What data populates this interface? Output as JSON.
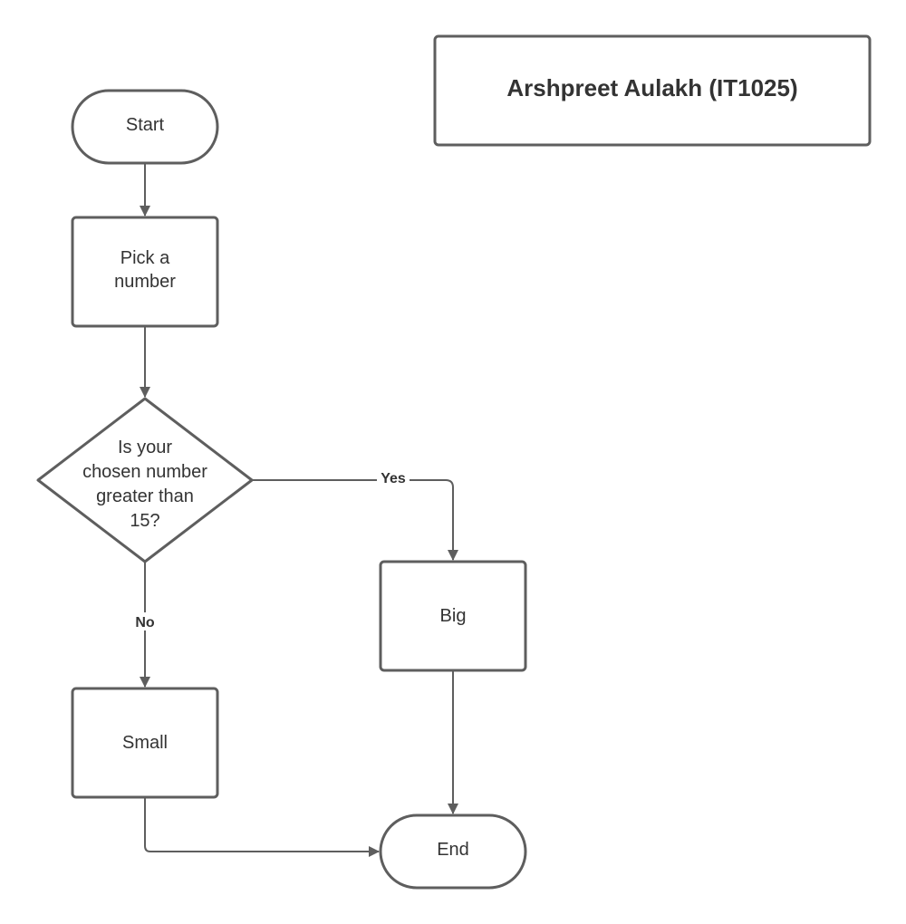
{
  "title": "Arshpreet Aulakh (IT1025)",
  "nodes": {
    "start": {
      "label": "Start"
    },
    "pick": {
      "line1": "Pick a",
      "line2": "number"
    },
    "decision": {
      "line1": "Is your",
      "line2": "chosen number",
      "line3": "greater than",
      "line4": "15?"
    },
    "big": {
      "label": "Big"
    },
    "small": {
      "label": "Small"
    },
    "end": {
      "label": "End"
    }
  },
  "edges": {
    "yes_label": "Yes",
    "no_label": "No"
  }
}
